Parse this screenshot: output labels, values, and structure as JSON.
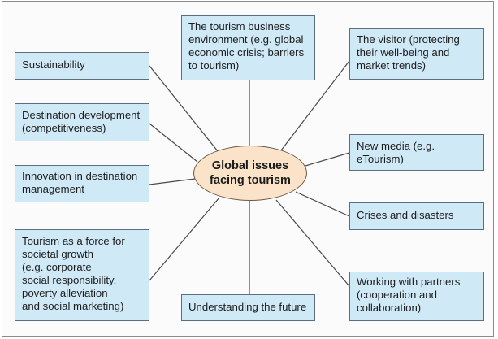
{
  "diagram": {
    "center": {
      "label": "Global issues\nfacing tourism"
    },
    "nodes": [
      {
        "id": "sustainability",
        "label": "Sustainability"
      },
      {
        "id": "destination-development",
        "label": "Destination development\n(competitiveness)"
      },
      {
        "id": "innovation",
        "label": "Innovation in destination\nmanagement"
      },
      {
        "id": "societal-growth",
        "label": "Tourism as a force for\nsocietal growth\n(e.g. corporate\nsocial responsibility,\npoverty alleviation\nand social marketing)"
      },
      {
        "id": "business-environment",
        "label": "The tourism business\nenvironment (e.g. global\neconomic crisis; barriers\nto tourism)"
      },
      {
        "id": "understanding-future",
        "label": "Understanding the future"
      },
      {
        "id": "visitor",
        "label": "The visitor (protecting\ntheir well-being and\nmarket trends)"
      },
      {
        "id": "new-media",
        "label": "New media (e.g.\neTourism)"
      },
      {
        "id": "crises",
        "label": "Crises and disasters"
      },
      {
        "id": "partners",
        "label": "Working with partners\n(cooperation and\ncollaboration)"
      }
    ],
    "colors": {
      "box_fill": "#cfe9f7",
      "box_border": "#5b6f7e",
      "center_fill": "#fbe3c9",
      "connector": "#4a4a4a"
    }
  }
}
